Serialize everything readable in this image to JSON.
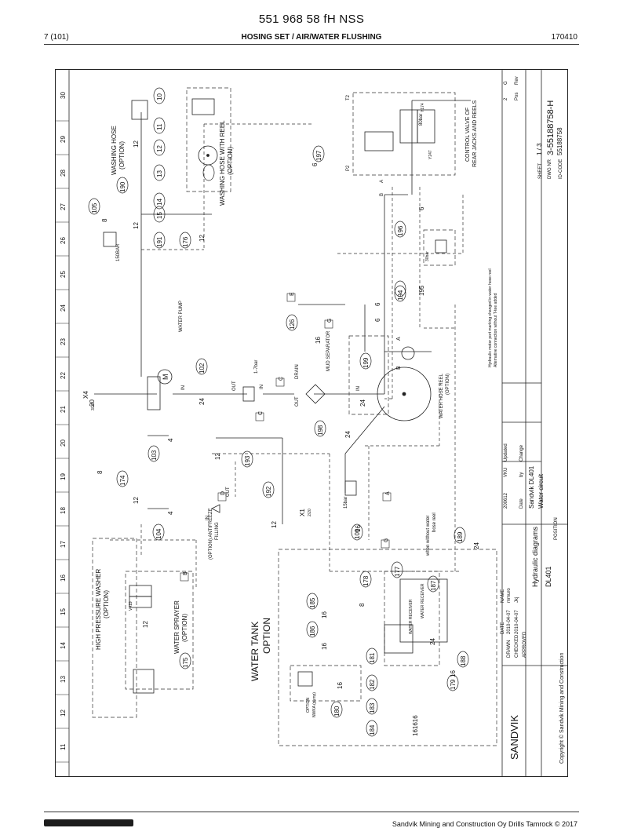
{
  "header": {
    "doc_number": "551 968 58 fH NSS",
    "page_ref": "7 (101)",
    "section_title": "HOSING SET / AIR/WATER FLUSHING",
    "date": "170410"
  },
  "footer": {
    "company": "Sandvik Mining and Construction Oy Drills Tamrock © 2017"
  },
  "drawing": {
    "grid_numbers": [
      "11",
      "12",
      "13",
      "14",
      "15",
      "16",
      "17",
      "18",
      "19",
      "20",
      "21",
      "22",
      "23",
      "24",
      "25",
      "26",
      "27",
      "28",
      "29",
      "30"
    ],
    "labels": {
      "washing_hose": "WASHING HOSE",
      "option": "(OPTION)",
      "washing_hose_reel": "WASHING HOSE WITH REEL",
      "hp_washer": "HIGH PRESSURE WASHER",
      "water_sprayer": "WATER SPRAYER",
      "water_tank": "WATER TANK",
      "water_tank_option": "OPTION",
      "water_pump": "WATER PUMP",
      "drain": "DRAIN",
      "mud_separator": "MUD SEPARATOR",
      "water_hose_reel": "WATER HOSE REEL",
      "antifreeze": "(OPTION) ANTIFREEZE",
      "filling": "FILLING",
      "control_valve": "CONTROL VALVE OF",
      "rear_jacks": "REAR JACKS AND REELS",
      "water_receiver": "WATER RECEIVER",
      "water_receiver2": "WATER RECEIVER",
      "nwka_option": "OPTION",
      "nwka": "NWKA (pump)",
      "when_without": "when without water",
      "hose_reel": "hose reel",
      "press_1_7": "1-7bar",
      "press_15": "15bar",
      "press_80": "80bar",
      "press_150": "150BAR",
      "press_30": "30bar",
      "x4": "X4",
      "x1": "X1",
      "x4_sub": "3/23",
      "x1_sub": "2/20",
      "in": "IN",
      "out": "OUT",
      "m": "M",
      "t2": "T2",
      "p2": "P2",
      "y174": "Y174",
      "y247": "Y247",
      "v419": "V419",
      "a": "A",
      "b": "B",
      "ab_a": "A",
      "ab_b": "B"
    },
    "tags": {
      "c": "C",
      "d": "D",
      "e": "E",
      "g": "G",
      "b": "B",
      "a": "A",
      "c2": "C",
      "g2": "G"
    },
    "callouts": {
      "c10": "10",
      "c11": "11",
      "c12": "12",
      "c13": "13",
      "c14": "14",
      "c15": "15",
      "c100": "100",
      "c102": "102",
      "c103": "103",
      "c104": "104",
      "c105": "105",
      "c126": "126",
      "c174": "174",
      "c175": "175",
      "c176": "176",
      "c177": "177",
      "c178": "178",
      "c179": "179",
      "c180": "180",
      "c181": "181",
      "c182": "182",
      "c183": "183",
      "c184": "184",
      "c185": "185",
      "c186": "186",
      "c187": "187",
      "c188": "188",
      "c189": "189",
      "c190": "190",
      "c191": "191",
      "c192": "192",
      "c193": "193",
      "c194": "194",
      "c195": "195",
      "c196": "196",
      "c197": "197",
      "c198": "198",
      "c199": "199"
    },
    "sizes": {
      "s8a": "8",
      "s12a": "12",
      "s12b": "12",
      "s12c": "12",
      "s12d": "12",
      "s12e": "12",
      "s20": "20",
      "s24a": "24",
      "s24b": "24",
      "s24c": "24",
      "s24d": "24",
      "s24e": "24",
      "s16a": "16",
      "s16b": "16",
      "s16c": "16",
      "s16d": "16",
      "s16e": "16",
      "s16f": "16",
      "s4a": "4",
      "s4b": "4",
      "s6a": "6",
      "s6b": "6",
      "s6c": "6",
      "s6d": "6",
      "s8b": "8",
      "s8c": "8",
      "s12f": "12",
      "s12g": "12",
      "s161616": "161616"
    },
    "title_block": {
      "company": "SANDVIK",
      "copyright": "Copyright © Sandvik Mining and Construction",
      "drawn_label": "DRAWN",
      "checked_label": "CHECKED",
      "approved_label": "APPROVED",
      "date_label": "DATE",
      "name_label": "NAME",
      "drawn_date": "2010-04-07",
      "checked_date": "2010-04-07",
      "drawn_name": "mmuro",
      "checked_name": "Jkj",
      "title": "Hydraulic diagrams",
      "model": "DL401",
      "position_label": "POSITION",
      "product": "Sandvik DL401",
      "circuit": "Water circuit",
      "rev_date": "200612",
      "rev_by": "VKU",
      "rev_desc": "Updated",
      "date_col": "Date",
      "by_col": "by",
      "desc_col": "Change",
      "sheet_label": "SHEET",
      "sheet_value": "1 / 3",
      "dwg_label": "DWG NR",
      "dwg_value": "3-55188758-H",
      "id_label": "ID-CODE",
      "id_value": "55188758",
      "pos_label": "Pos",
      "rev_label": "Rev",
      "pos_value": "2",
      "rev_value": "G",
      "note1": "Hydraulic motor port marking changed in water hose reel",
      "note2": "Alternative connection without T-tee added"
    }
  }
}
